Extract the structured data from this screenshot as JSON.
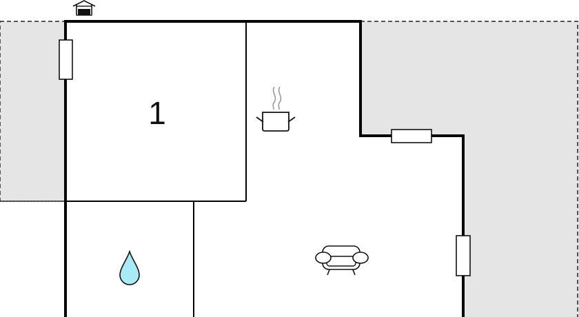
{
  "plan": {
    "colors": {
      "wall": "#000000",
      "outdoor_area": "#e5e5e5",
      "background": "#ffffff",
      "water_drop": "#a8eaf5",
      "icon_stroke": "#111111",
      "steam": "#999999"
    },
    "rooms": [
      {
        "label": "1",
        "kind": "bedroom"
      },
      {
        "label": "",
        "kind": "kitchen",
        "icon": "cooking-pot-icon"
      },
      {
        "label": "",
        "kind": "bathroom",
        "icon": "water-drop-icon"
      },
      {
        "label": "",
        "kind": "living-room",
        "icon": "sofa-icon"
      }
    ],
    "icons": [
      "entrance-icon",
      "cooking-pot-icon",
      "water-drop-icon",
      "sofa-icon",
      "window-icon",
      "door-icon"
    ],
    "windows": 3
  }
}
